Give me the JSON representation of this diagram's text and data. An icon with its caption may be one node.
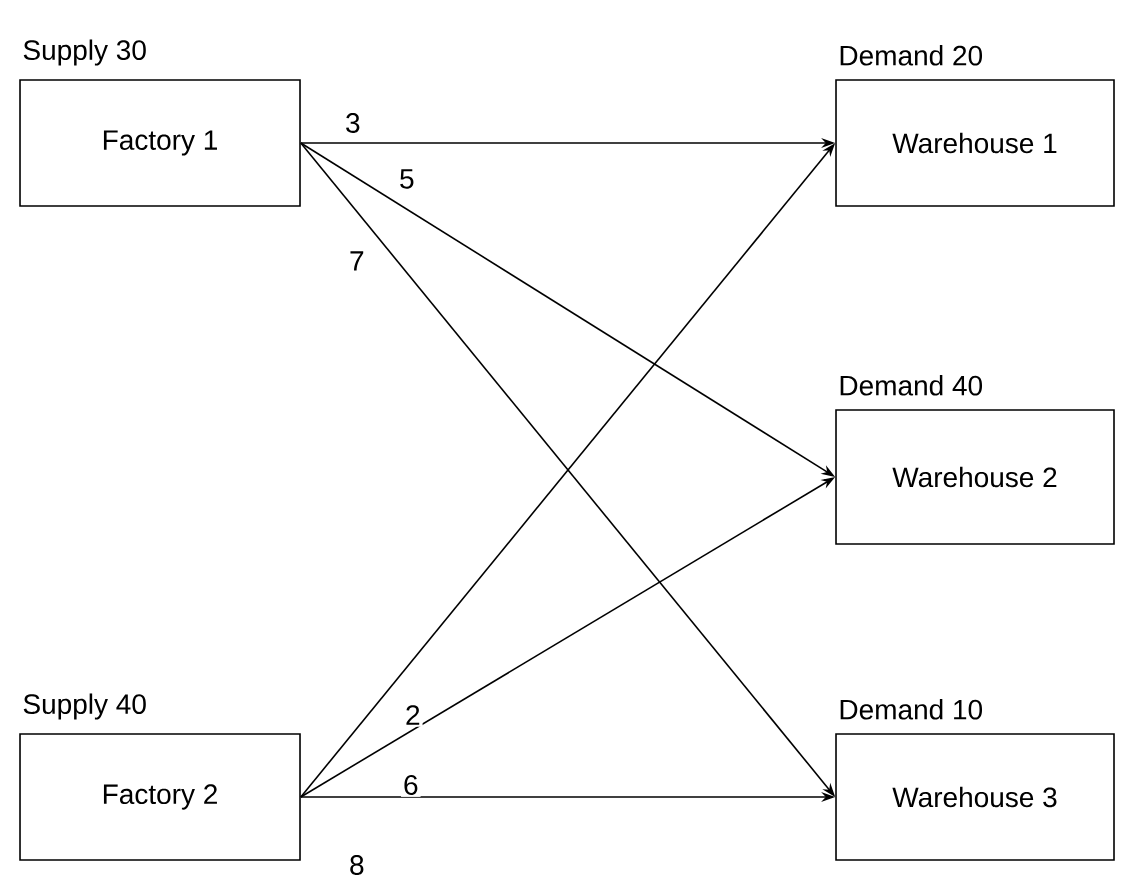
{
  "diagram": {
    "nodes": [
      {
        "text": [
          "Factory 1"
        ],
        "beside": [
          "Supply 30"
        ]
      },
      {
        "text": [
          "Factory 2"
        ],
        "beside": [
          "Supply 40"
        ]
      },
      {
        "text": [
          "Warehouse 1"
        ],
        "beside": [
          "Demand 20"
        ]
      },
      {
        "text": [
          "Warehouse 2"
        ],
        "beside": [
          "Demand 40"
        ]
      },
      {
        "text": [
          "Warehouse 3"
        ],
        "beside": [
          "Demand 10"
        ]
      }
    ],
    "edges": [
      {
        "from": 0,
        "to": 2,
        "arrow": "to",
        "label": "3"
      },
      {
        "from": 0,
        "to": 3,
        "arrow": "to",
        "label": "5"
      },
      {
        "from": 0,
        "to": 4,
        "arrow": "to",
        "label": "7"
      },
      {
        "from": 1,
        "to": 2,
        "arrow": "to",
        "label": "2"
      },
      {
        "from": 1,
        "to": 3,
        "arrow": "to",
        "label": "6"
      },
      {
        "from": 1,
        "to": 4,
        "arrow": "to",
        "label": "8"
      }
    ]
  }
}
